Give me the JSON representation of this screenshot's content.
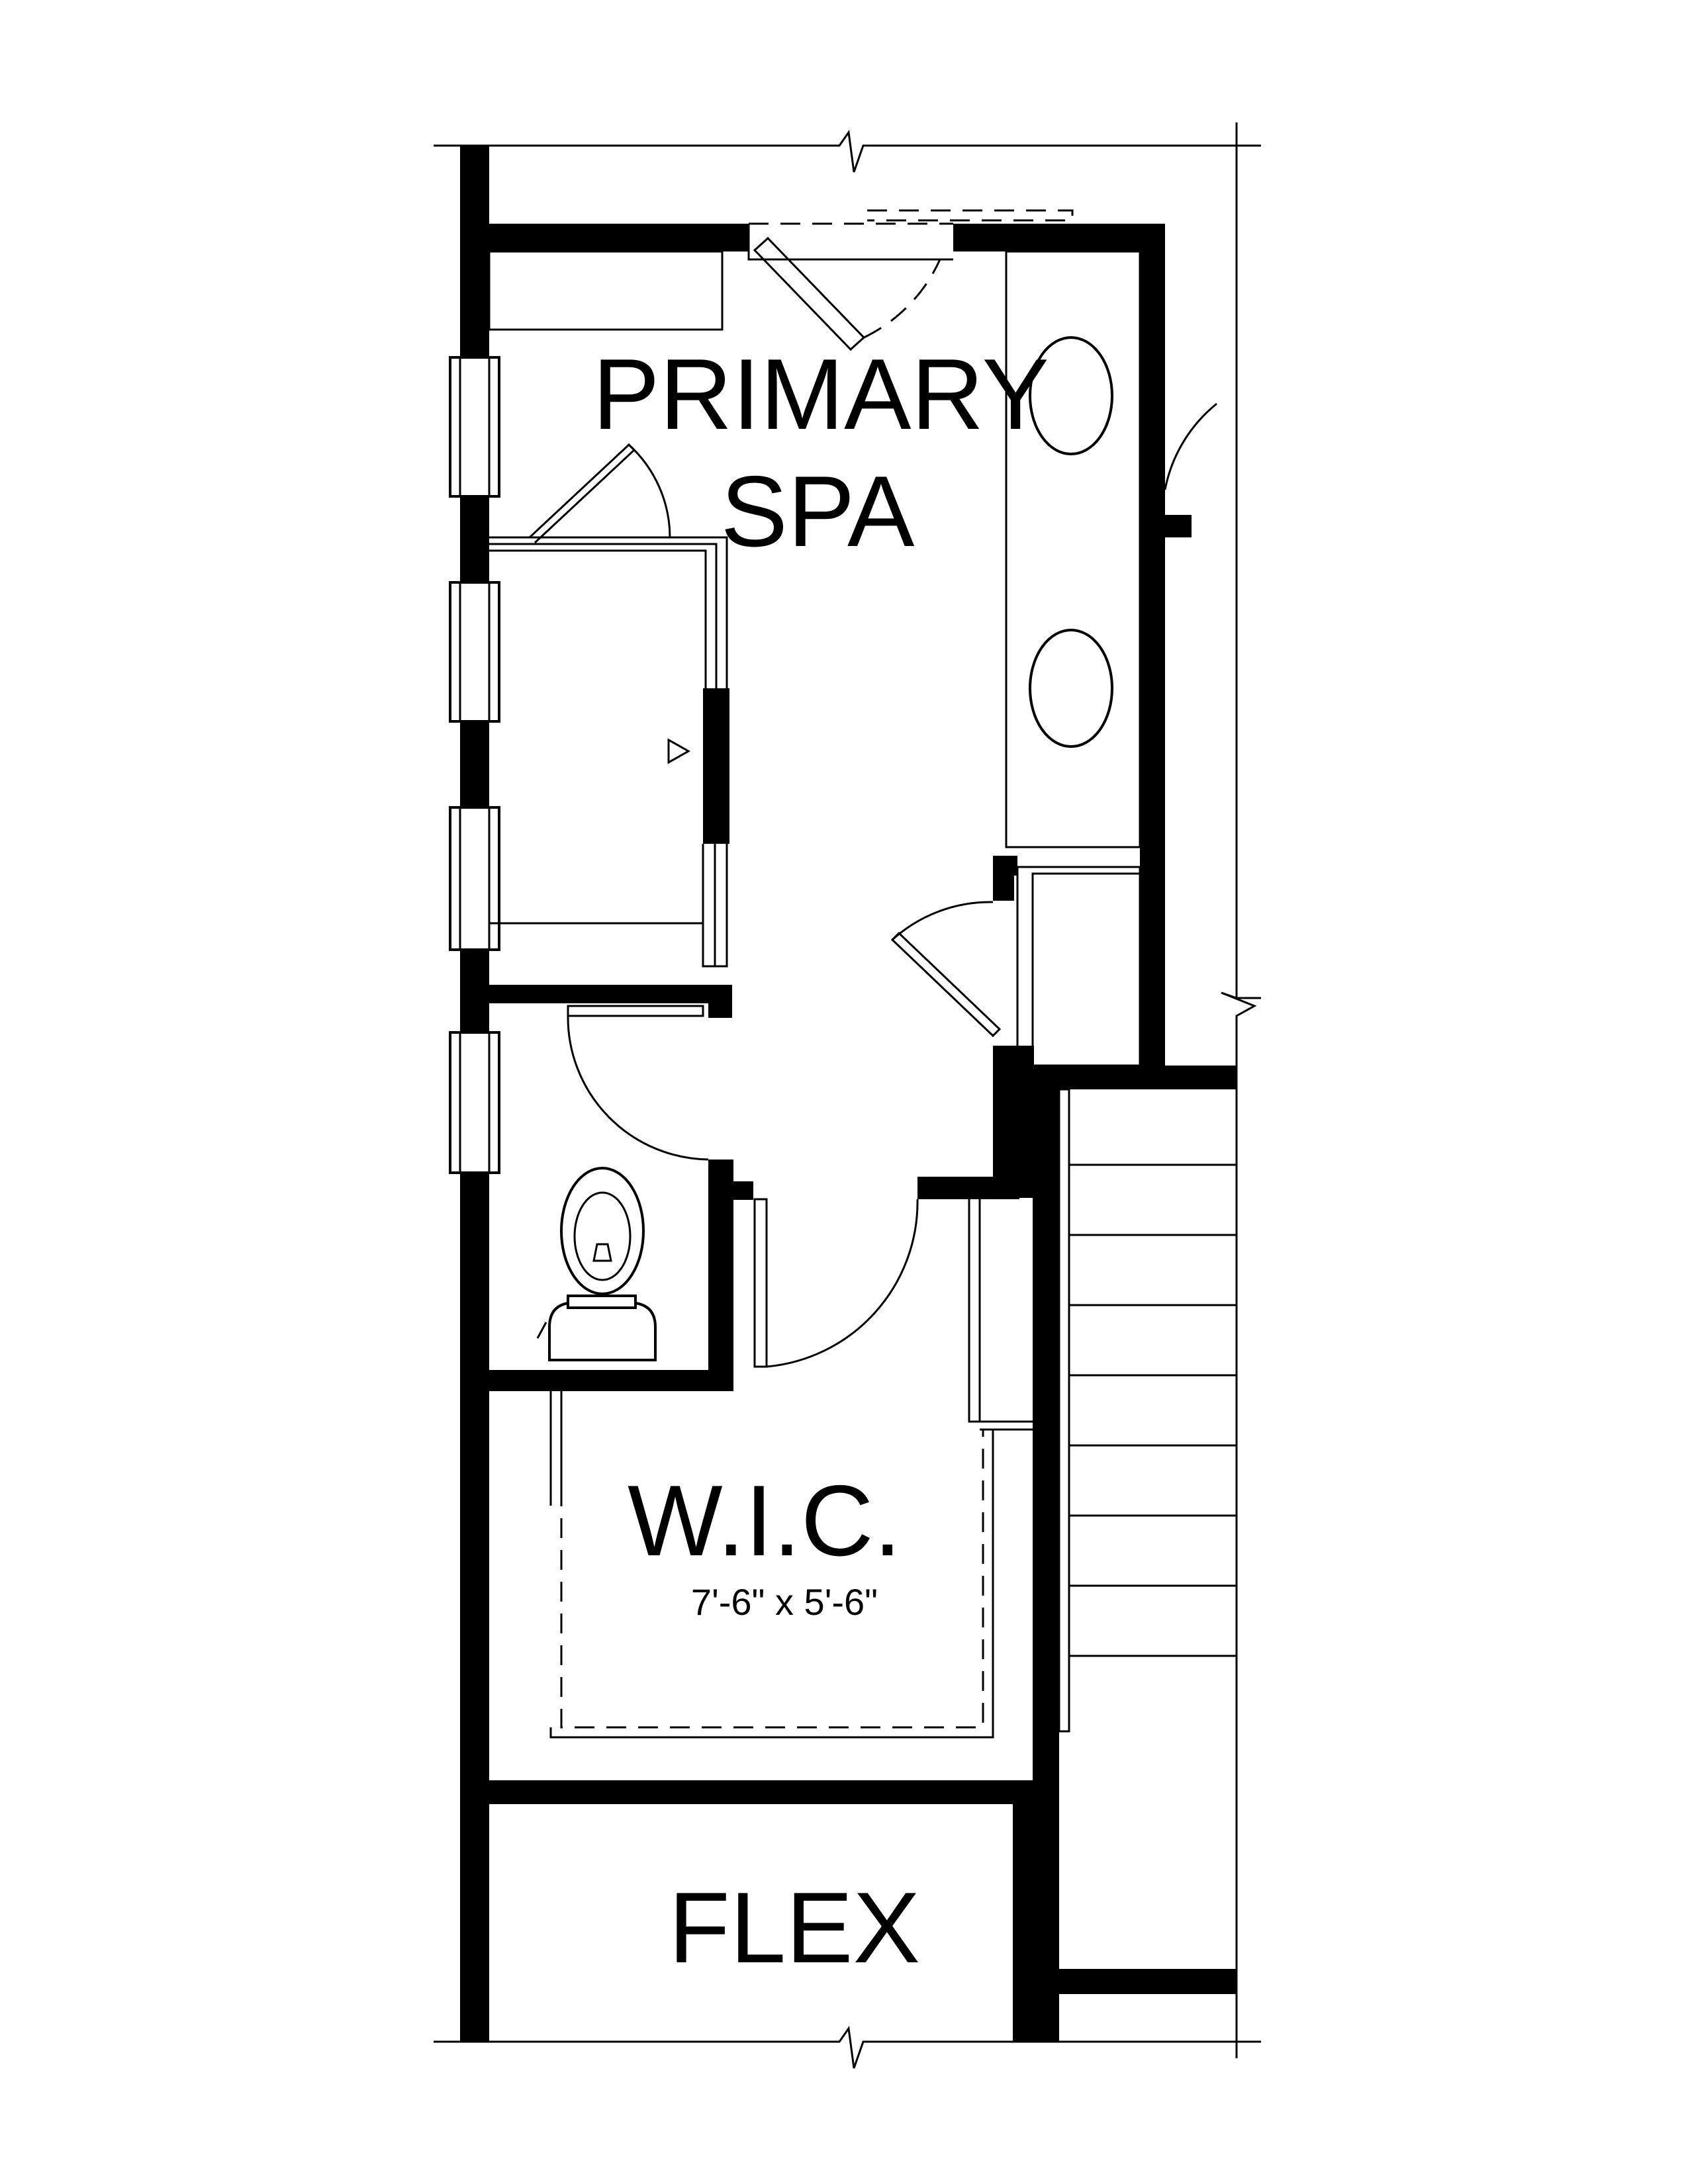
{
  "rooms": {
    "primary_spa": {
      "line1": "PRIMARY",
      "line2": "SPA"
    },
    "wic": {
      "name": "W.I.C.",
      "dimensions": "7'-6\" x 5'-6\""
    },
    "flex": {
      "name": "FLEX"
    }
  },
  "colors": {
    "wall": "#000000",
    "background": "#ffffff"
  }
}
